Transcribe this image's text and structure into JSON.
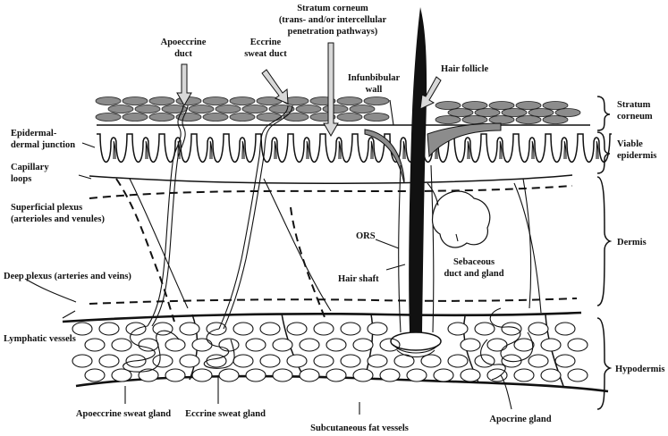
{
  "labels": {
    "stratum_corneum_path_1": "Stratum corneum",
    "stratum_corneum_path_2": "(trans- and/or intercellular",
    "stratum_corneum_path_3": "penetration pathways)",
    "apoeccrine_duct_1": "Apoeccrine",
    "apoeccrine_duct_2": "duct",
    "eccrine_duct_1": "Eccrine",
    "eccrine_duct_2": "sweat duct",
    "infundibular_1": "Infunbibular",
    "infundibular_2": "wall",
    "hair_follicle": "Hair follicle",
    "epidermal_junction_1": "Epidermal-",
    "epidermal_junction_2": "dermal junction",
    "capillary_1": "Capillary",
    "capillary_2": "loops",
    "superficial_1": "Superficial plexus",
    "superficial_2": "(arterioles and venules)",
    "ors": "ORS",
    "hair_shaft": "Hair shaft",
    "sebaceous_1": "Sebaceous",
    "sebaceous_2": "duct and gland",
    "deep_plexus": "Deep plexus (arteries and veins)",
    "lymphatic": "Lymphatic vessels",
    "apoeccrine_gland": "Apoeccrine sweat gland",
    "eccrine_gland": "Eccrine sweat gland",
    "subcutaneous": "Subcutaneous fat vessels",
    "apocrine_gland": "Apocrine gland"
  },
  "layers": {
    "stratum_corneum_1": "Stratum",
    "stratum_corneum_2": "corneum",
    "viable_1": "Viable",
    "viable_2": "epidermis",
    "dermis": "Dermis",
    "hypodermis": "Hypodermis"
  },
  "colors": {
    "corneocyte_fill": "#8c8c8c",
    "line": "#111111",
    "arrow_fill": "#d8d8d8"
  }
}
